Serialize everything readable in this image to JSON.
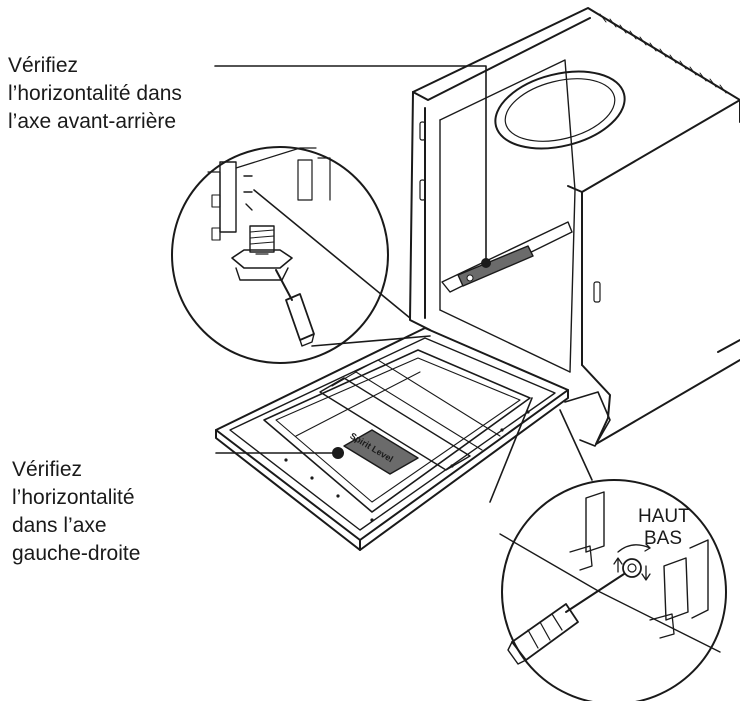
{
  "callouts": {
    "front_back": [
      "Vérifiez",
      "l’horizontalité dans",
      "l’axe avant-arrière"
    ],
    "left_right": [
      "Vérifiez",
      "l’horizontalité",
      "dans l’axe",
      "gauche-droite"
    ]
  },
  "zoom_labels": {
    "up": "HAUT",
    "down": "BAS"
  },
  "level_label": "Spirit Level",
  "colors": {
    "line": "#1a1a1a",
    "level": "#666666",
    "background": "#ffffff"
  }
}
